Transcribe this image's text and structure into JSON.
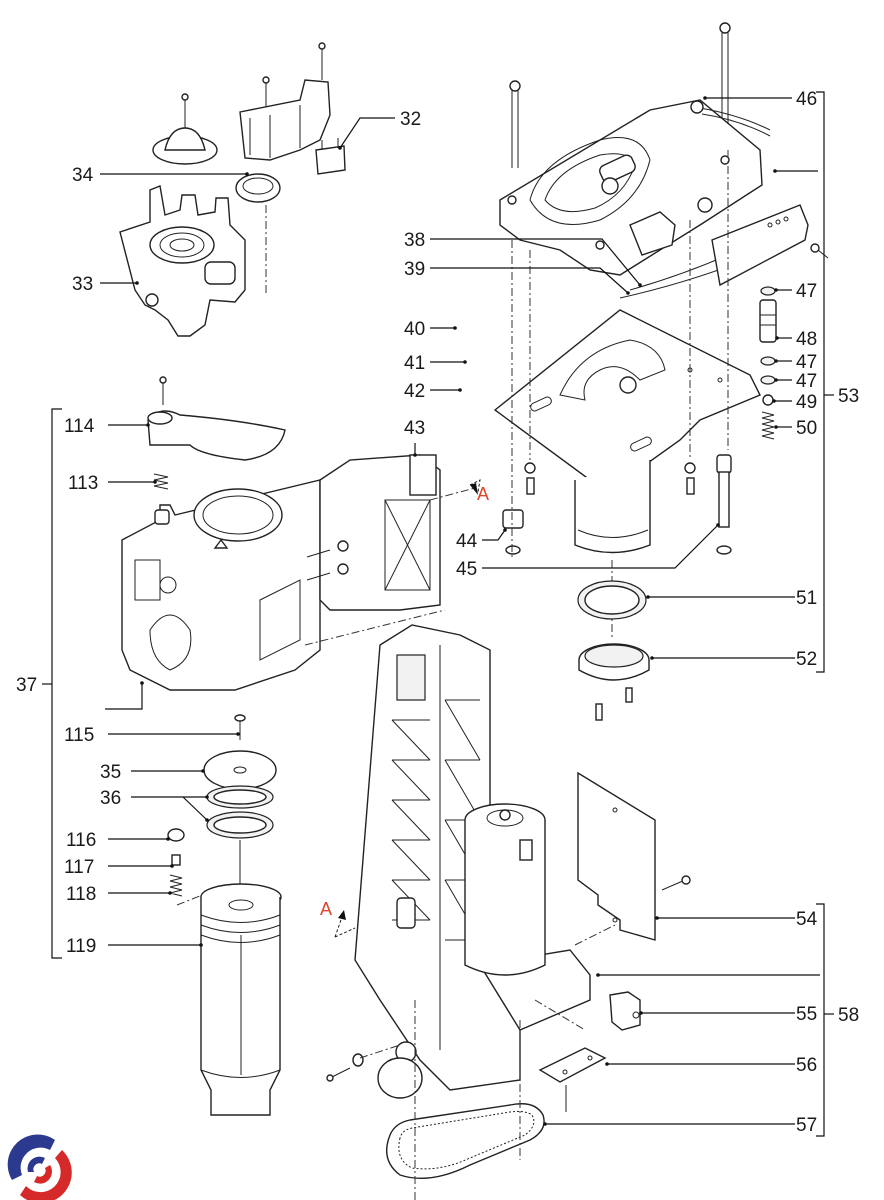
{
  "diagram": {
    "title": "Brewing unit exploded parts view",
    "section_marker": "A",
    "callouts": [
      {
        "id": "c32",
        "label": "32"
      },
      {
        "id": "c33",
        "label": "33"
      },
      {
        "id": "c34",
        "label": "34"
      },
      {
        "id": "c35",
        "label": "35"
      },
      {
        "id": "c36",
        "label": "36"
      },
      {
        "id": "c37",
        "label": "37"
      },
      {
        "id": "c38",
        "label": "38"
      },
      {
        "id": "c39",
        "label": "39"
      },
      {
        "id": "c40",
        "label": "40"
      },
      {
        "id": "c41",
        "label": "41"
      },
      {
        "id": "c42",
        "label": "42"
      },
      {
        "id": "c43",
        "label": "43"
      },
      {
        "id": "c44",
        "label": "44"
      },
      {
        "id": "c45",
        "label": "45"
      },
      {
        "id": "c46",
        "label": "46"
      },
      {
        "id": "c47a",
        "label": "47"
      },
      {
        "id": "c48",
        "label": "48"
      },
      {
        "id": "c47b",
        "label": "47"
      },
      {
        "id": "c47c",
        "label": "47"
      },
      {
        "id": "c49",
        "label": "49"
      },
      {
        "id": "c50",
        "label": "50"
      },
      {
        "id": "c51",
        "label": "51"
      },
      {
        "id": "c52",
        "label": "52"
      },
      {
        "id": "c53",
        "label": "53"
      },
      {
        "id": "c54",
        "label": "54"
      },
      {
        "id": "c55",
        "label": "55"
      },
      {
        "id": "c56",
        "label": "56"
      },
      {
        "id": "c57",
        "label": "57"
      },
      {
        "id": "c58",
        "label": "58"
      },
      {
        "id": "c113",
        "label": "113"
      },
      {
        "id": "c114",
        "label": "114"
      },
      {
        "id": "c115",
        "label": "115"
      },
      {
        "id": "c116",
        "label": "116"
      },
      {
        "id": "c117",
        "label": "117"
      },
      {
        "id": "c118",
        "label": "118"
      },
      {
        "id": "c119",
        "label": "119"
      }
    ],
    "groups": [
      {
        "label": "37",
        "members": [
          "113",
          "114",
          "115",
          "116",
          "117",
          "118",
          "119"
        ]
      },
      {
        "label": "53",
        "members": [
          "46",
          "47",
          "48",
          "49",
          "50",
          "51",
          "52"
        ]
      },
      {
        "label": "58",
        "members": [
          "54",
          "55",
          "56",
          "57"
        ]
      }
    ]
  },
  "logo": {
    "colors": {
      "blue": "#2b3a8f",
      "red": "#d62a2a"
    }
  }
}
